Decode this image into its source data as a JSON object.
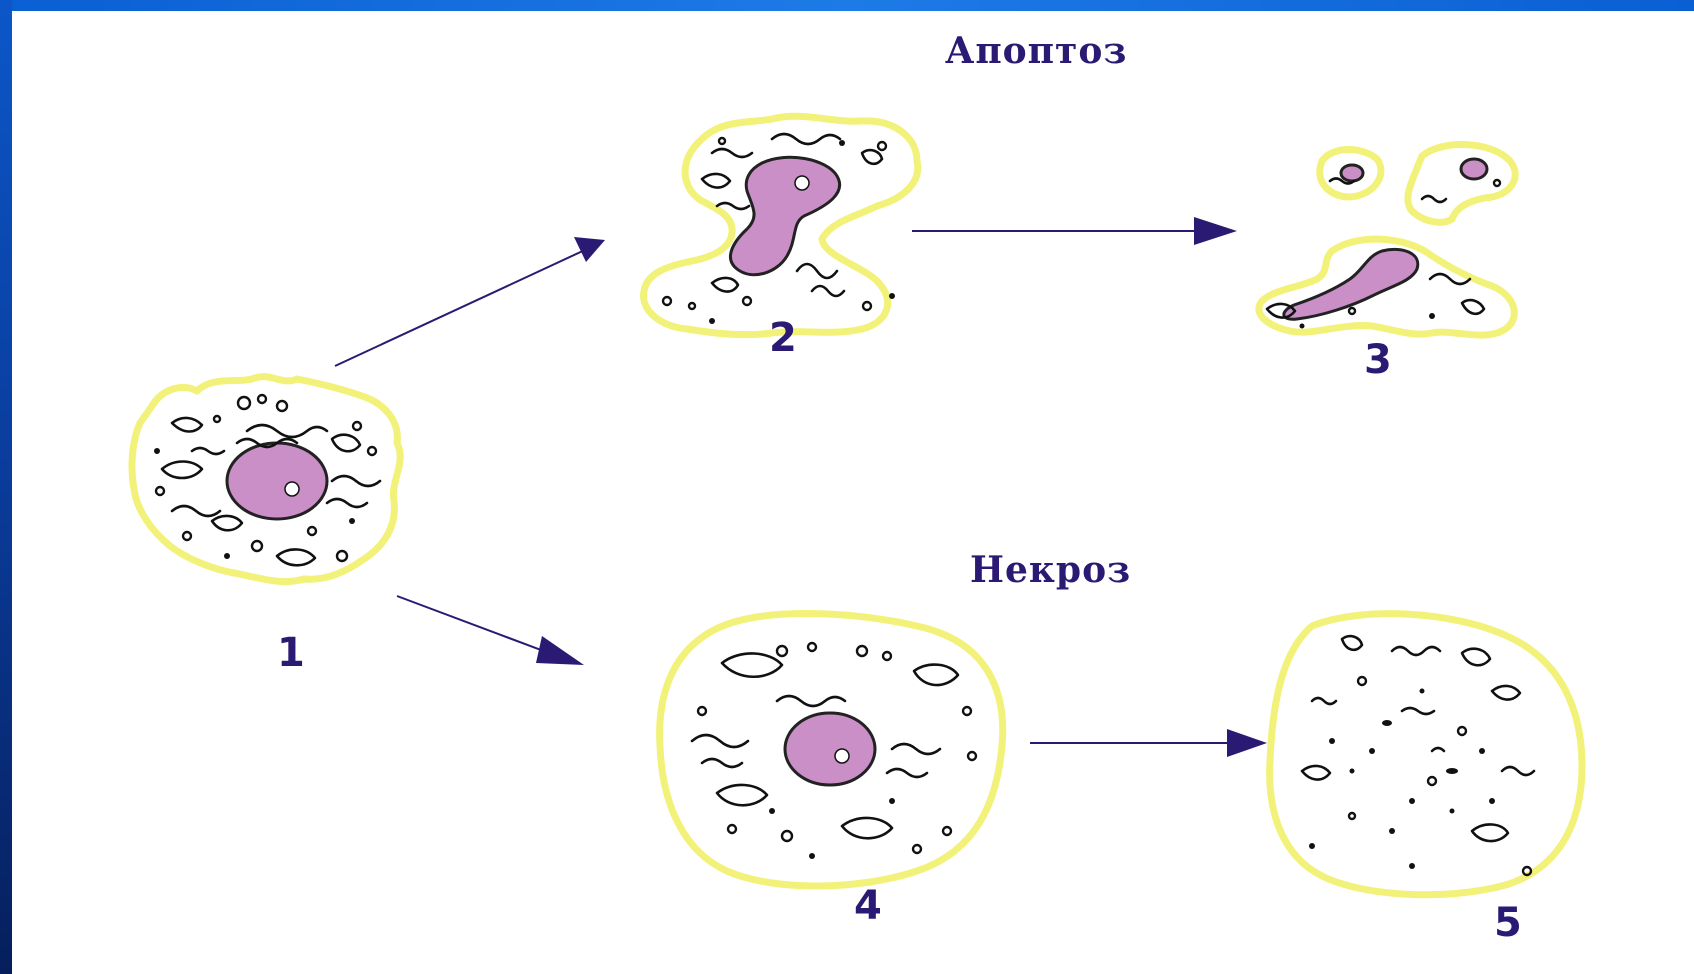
{
  "headings": {
    "apoptosis": "Апоптоз",
    "necrosis": "Некроз"
  },
  "stage_labels": [
    "1",
    "2",
    "3",
    "4",
    "5"
  ],
  "colors": {
    "frame_blue": "#0a2f86",
    "membrane_yellow": "#f2f27a",
    "nucleus_pink": "#c98fc6",
    "label_navy": "#2a1a73",
    "arrow_navy": "#2a1a73"
  }
}
